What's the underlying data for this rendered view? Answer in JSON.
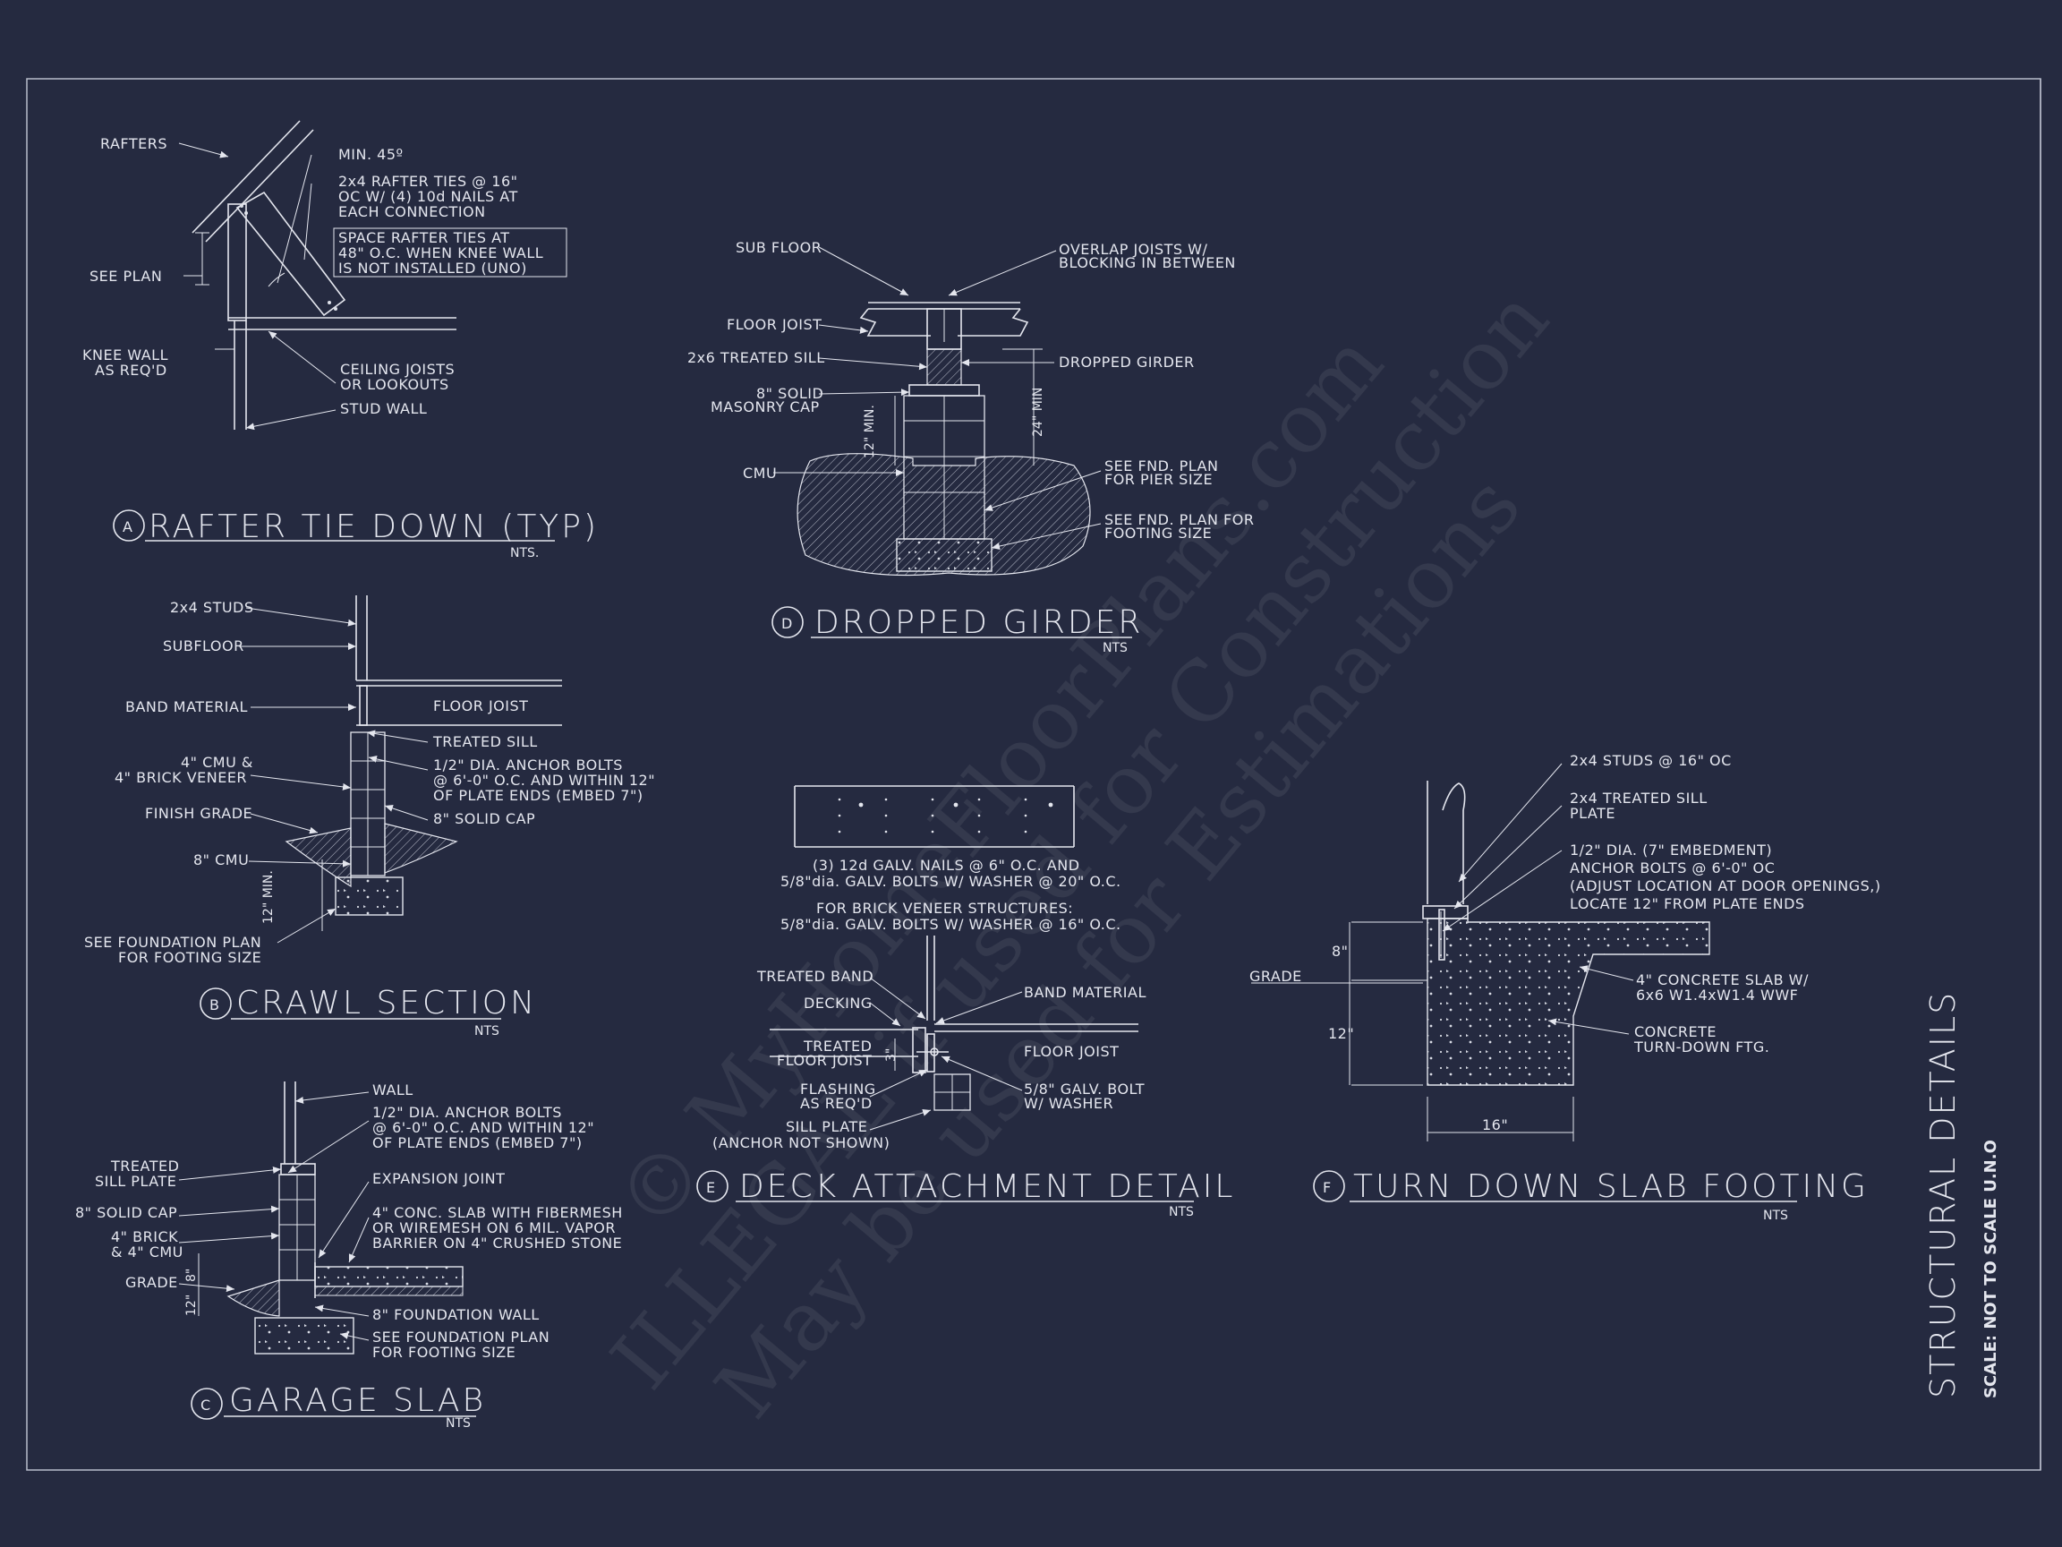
{
  "sheet": {
    "title": "STRUCTURAL DETAILS",
    "scale_note": "SCALE: NOT TO SCALE U.N.O",
    "watermark_lines": [
      "© MyHomeFloorPlans.com",
      "ILLEGAL if used for Construction",
      "May be used for Estimations"
    ],
    "colors": {
      "background": "#252a40",
      "linework": "#e4e6ee"
    }
  },
  "detail_a": {
    "letter": "A",
    "title": "RAFTER TIE DOWN (TYP)",
    "scale": "NTS.",
    "labels": {
      "rafters": "RAFTERS",
      "min_angle": "MIN. 45º",
      "ties_1": "2x4 RAFTER TIES @ 16\"",
      "ties_2": "OC W/ (4) 10d NAILS AT",
      "ties_3": "EACH CONNECTION",
      "space_1": "SPACE RAFTER TIES AT",
      "space_2": "48\" O.C. WHEN KNEE WALL",
      "space_3": "IS NOT INSTALLED (UNO)",
      "see_plan": "SEE PLAN",
      "knee_1": "KNEE WALL",
      "knee_2": "AS REQ'D",
      "ceil_1": "CEILING JOISTS",
      "ceil_2": "OR LOOKOUTS",
      "stud_wall": "STUD WALL"
    }
  },
  "detail_b": {
    "letter": "B",
    "title": "CRAWL SECTION",
    "scale": "NTS",
    "labels": {
      "studs": "2x4 STUDS",
      "subfloor": "SUBFLOOR",
      "band": "BAND MATERIAL",
      "floor_joist": "FLOOR JOIST",
      "treated_sill": "TREATED SILL",
      "cmu_1": "4\" CMU &",
      "cmu_2": "4\" BRICK VENEER",
      "anchor_1": "1/2\" DIA. ANCHOR BOLTS",
      "anchor_2": "@ 6'-0\" O.C. AND WITHIN 12\"",
      "anchor_3": "OF PLATE ENDS (EMBED 7\")",
      "finish_grade": "FINISH GRADE",
      "solid_cap": "8\" SOLID CAP",
      "cmu8": "8\" CMU",
      "dim_12": "12\" MIN.",
      "found_1": "SEE FOUNDATION PLAN",
      "found_2": "FOR FOOTING SIZE"
    }
  },
  "detail_c": {
    "letter": "C",
    "title": "GARAGE SLAB",
    "scale": "NTS",
    "labels": {
      "wall": "WALL",
      "anchor_1": "1/2\" DIA. ANCHOR BOLTS",
      "anchor_2": "@ 6'-0\" O.C. AND WITHIN 12\"",
      "anchor_3": "OF PLATE ENDS (EMBED 7\")",
      "treated_1": "TREATED",
      "treated_2": "SILL PLATE",
      "expansion": "EXPANSION JOINT",
      "solid_cap": "8\" SOLID CAP",
      "slab_1": "4\" CONC. SLAB WITH FIBERMESH",
      "slab_2": "OR WIREMESH ON 6 MIL. VAPOR",
      "slab_3": "BARRIER ON 4\" CRUSHED STONE",
      "brick_1": "4\" BRICK",
      "brick_2": "& 4\" CMU",
      "grade": "GRADE",
      "dim_8": "8\"",
      "dim_12": "12\"",
      "found_wall": "8\" FOUNDATION WALL",
      "found_1": "SEE FOUNDATION PLAN",
      "found_2": "FOR FOOTING SIZE"
    }
  },
  "detail_d": {
    "letter": "D",
    "title": "DROPPED GIRDER",
    "scale": "NTS",
    "labels": {
      "sub_floor": "SUB FLOOR",
      "overlap_1": "OVERLAP JOISTS W/",
      "overlap_2": "BLOCKING IN BETWEEN",
      "floor_joist": "FLOOR JOIST",
      "sill": "2x6 TREATED SILL",
      "girder": "DROPPED GIRDER",
      "cap_1": "8\" SOLID",
      "cap_2": "MASONRY CAP",
      "dim_12": "12\" MIN.",
      "dim_24": "24\" MIN",
      "cmu": "CMU",
      "pier_1": "SEE FND. PLAN",
      "pier_2": "FOR PIER SIZE",
      "foot_1": "SEE FND. PLAN FOR",
      "foot_2": "FOOTING SIZE"
    }
  },
  "detail_e": {
    "letter": "E",
    "title": "DECK ATTACHMENT DETAIL",
    "scale": "NTS",
    "labels": {
      "nails_1": "(3) 12d GALV. NAILS @ 6\" O.C. AND",
      "nails_2": "5/8\"dia. GALV. BOLTS W/ WASHER @ 20\" O.C.",
      "brick_1": "FOR BRICK VENEER STRUCTURES:",
      "brick_2": "5/8\"dia. GALV. BOLTS W/ WASHER @ 16\" O.C.",
      "treated_band": "TREATED BAND",
      "band_material": "BAND MATERIAL",
      "decking": "DECKING",
      "treated_1": "TREATED",
      "treated_2": "FLOOR JOIST",
      "floor_joist": "FLOOR JOIST",
      "dim_3": "3\"",
      "flashing_1": "FLASHING",
      "flashing_2": "AS REQ'D",
      "bolt_1": "5/8\" GALV. BOLT",
      "bolt_2": "W/ WASHER",
      "sill_1": "SILL PLATE",
      "sill_2": "(ANCHOR NOT SHOWN)"
    }
  },
  "detail_f": {
    "letter": "F",
    "title": "TURN DOWN SLAB FOOTING",
    "scale": "NTS",
    "labels": {
      "studs": "2x4 STUDS @ 16\" OC",
      "sill_1": "2x4 TREATED SILL",
      "sill_2": "PLATE",
      "anchor_1": "1/2\" DIA. (7\" EMBEDMENT)",
      "anchor_2": "ANCHOR BOLTS @ 6'-0\" OC",
      "anchor_3": "(ADJUST LOCATION AT DOOR OPENINGS,)",
      "anchor_4": "LOCATE 12\" FROM PLATE ENDS",
      "dim_8": "8\"",
      "grade": "GRADE",
      "slab_1": "4\" CONCRETE SLAB W/",
      "slab_2": "6x6 W1.4xW1.4 WWF",
      "dim_12": "12\"",
      "ftg_1": "CONCRETE",
      "ftg_2": "TURN-DOWN FTG.",
      "dim_16": "16\""
    }
  }
}
